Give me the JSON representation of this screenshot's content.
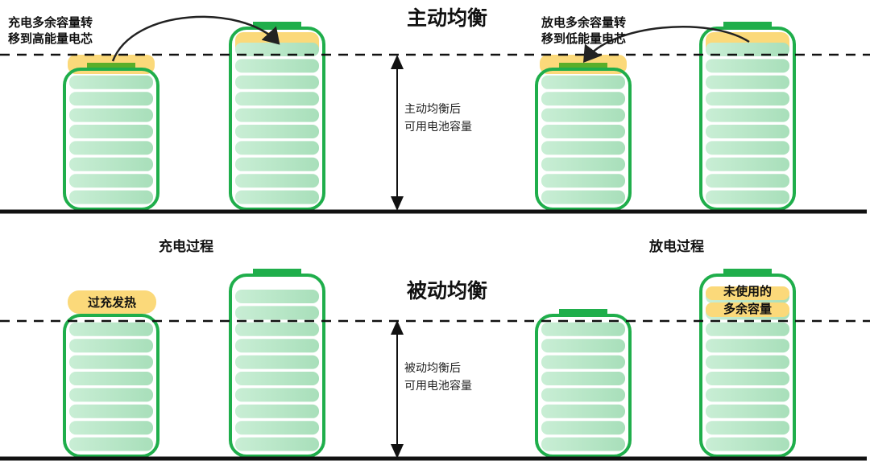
{
  "colors": {
    "battery_green": "#1fae4b",
    "cell_green": "#b8e6c6",
    "excess_yellow": "#fbd97a",
    "line": "#111111"
  },
  "active": {
    "title": "主动均衡",
    "charge_note": [
      "充电多余容量转",
      "移到高能量电芯"
    ],
    "discharge_note": [
      "放电多余容量转",
      "移到低能量电芯"
    ],
    "capacity_label": [
      "主动均衡后",
      "可用电池容量"
    ]
  },
  "process_labels": {
    "charge": "充电过程",
    "discharge": "放电过程"
  },
  "passive": {
    "title": "被动均衡",
    "overcharge_label": "过充发热",
    "unused_label": [
      "未使用的",
      "多余容量"
    ],
    "capacity_label": [
      "被动均衡后",
      "可用电池容量"
    ]
  }
}
